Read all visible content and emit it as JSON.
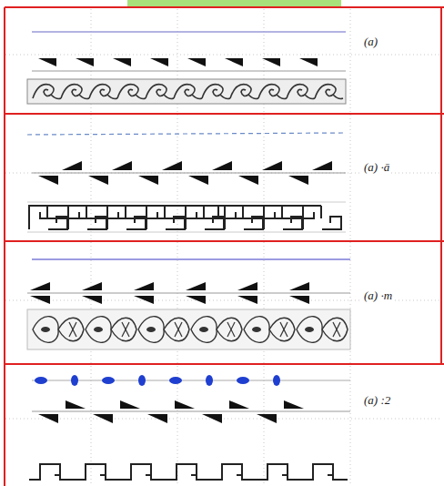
{
  "diagram": {
    "labels": [
      "(a)",
      "(a) ·ā",
      "(a) ·m",
      "(a) :2"
    ]
  }
}
